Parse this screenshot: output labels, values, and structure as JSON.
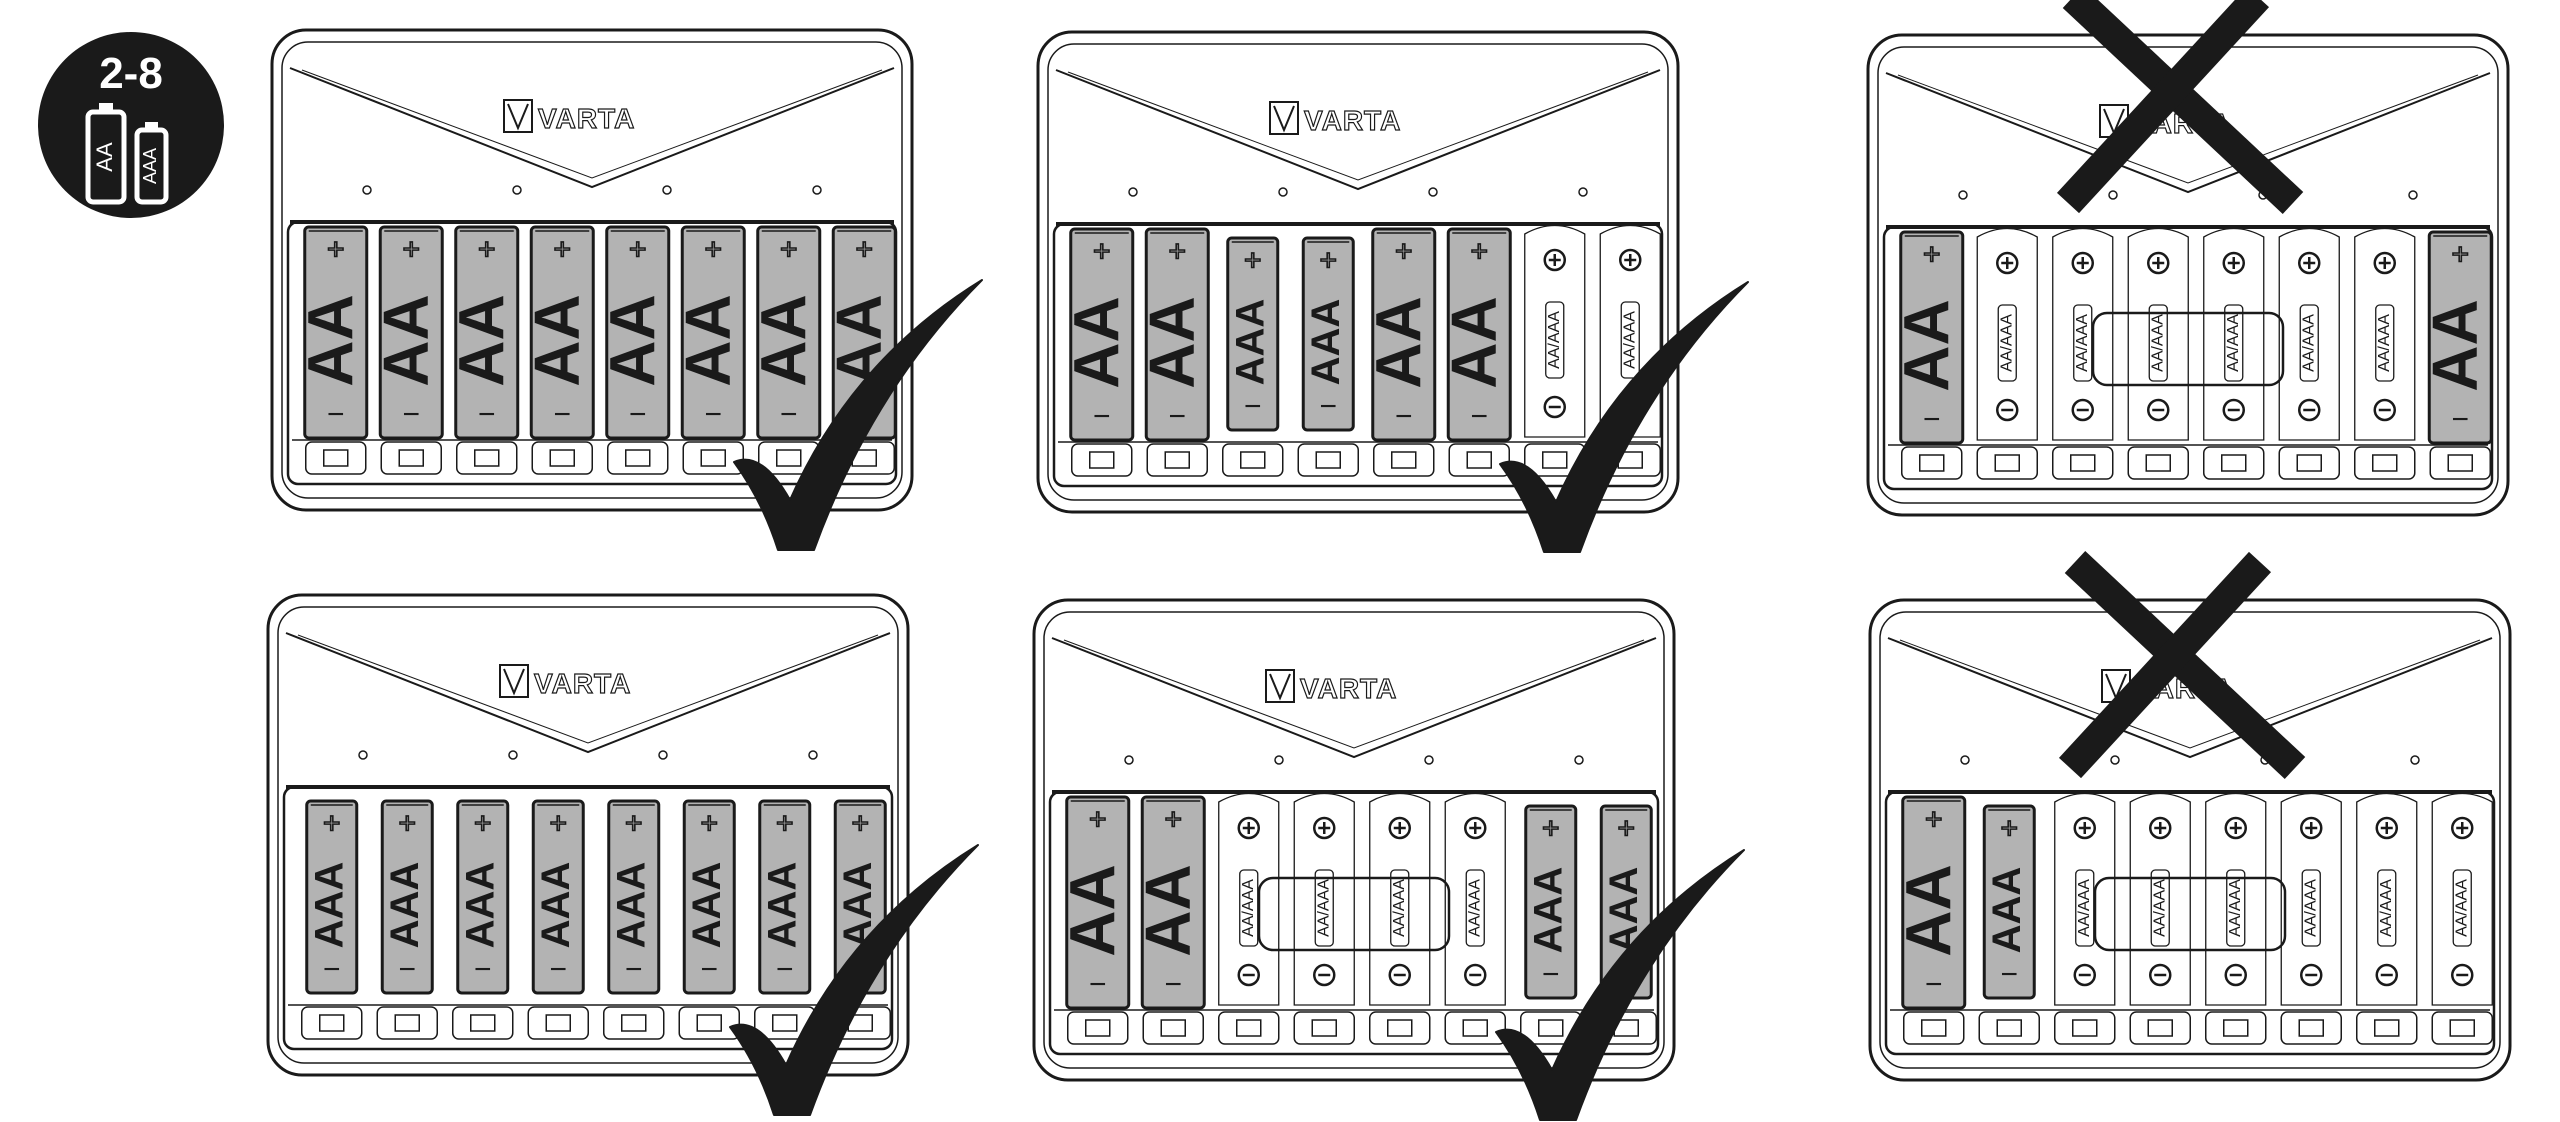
{
  "badge": {
    "range": "2-8",
    "cell_labels": [
      "AA",
      "AAA"
    ],
    "icon": "battery-pair-icon"
  },
  "colors": {
    "ink": "#1a1a1a",
    "battery_fill": "#b3b3b3",
    "background": "#ffffff"
  },
  "chargers": [
    {
      "id": "top-left",
      "brand": "VARTA",
      "verdict": "check",
      "slots": [
        "AA",
        "AA",
        "AA",
        "AA",
        "AA",
        "AA",
        "AA",
        "AA"
      ]
    },
    {
      "id": "top-middle",
      "brand": "VARTA",
      "verdict": "check",
      "slots": [
        "AA",
        "AA",
        "AAA",
        "AAA",
        "AA",
        "AA",
        "empty",
        "empty"
      ]
    },
    {
      "id": "top-right",
      "brand": "VARTA",
      "verdict": "cross",
      "slots": [
        "AA",
        "empty",
        "empty",
        "empty",
        "empty",
        "empty",
        "empty",
        "AA"
      ]
    },
    {
      "id": "bottom-left",
      "brand": "VARTA",
      "verdict": "check",
      "slots": [
        "AAA",
        "AAA",
        "AAA",
        "AAA",
        "AAA",
        "AAA",
        "AAA",
        "AAA"
      ]
    },
    {
      "id": "bottom-middle",
      "brand": "VARTA",
      "verdict": "check",
      "slots": [
        "AA",
        "AA",
        "empty",
        "empty",
        "empty",
        "empty",
        "AAA",
        "AAA"
      ]
    },
    {
      "id": "bottom-right",
      "brand": "VARTA",
      "verdict": "cross",
      "slots": [
        "AA",
        "AAA",
        "empty",
        "empty",
        "empty",
        "empty",
        "empty",
        "empty"
      ]
    }
  ],
  "slot_marks": {
    "plus": "+",
    "minus": "−",
    "empty_slot_label": "AA/AAA"
  }
}
